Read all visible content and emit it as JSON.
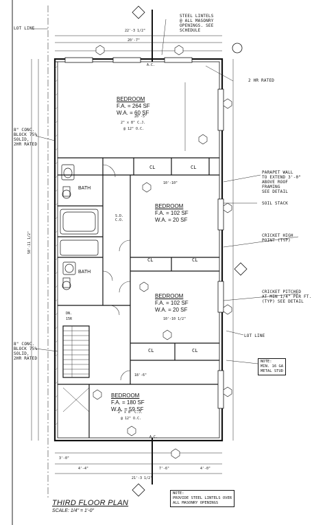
{
  "sheet": {
    "title": "THIRD FLOOR PLAN",
    "scale": "SCALE: 1/4\" = 1'-0\""
  },
  "rooms": [
    {
      "name": "BEDROOM",
      "fa": "F.A. = 264 SF",
      "wa": "W.A. = 60 SF"
    },
    {
      "name": "BEDROOM",
      "fa": "F.A. = 102 SF",
      "wa": "W.A. = 20 SF"
    },
    {
      "name": "BEDROOM",
      "fa": "F.A. = 102 SF",
      "wa": "W.A. = 20 SF"
    },
    {
      "name": "BEDROOM",
      "fa": "F.A. = 180 SF",
      "wa": "W.A. = 59 SF"
    }
  ],
  "baths": [
    "BATH",
    "BATH"
  ],
  "closets": [
    "CL",
    "CL",
    "CL",
    "CL",
    "CL",
    "CL"
  ],
  "callouts": {
    "steel_lintels": "STEEL LINTELS\n@ ALL MASONRY\nOPENINGS. SEE\nSCHEDULE",
    "lot_line_top": "LOT LINE",
    "lot_line_mid": "LOT LINE",
    "hr_rated": "2 HR RATED",
    "block_top": "8\" CONC.\nBLOCK 75%\nSOLID,\n2HR RATED",
    "block_bottom": "8\" CONC.\nBLOCK 75%\nSOLID,\n2HR RATED",
    "parapet": "PARAPET WALL\nTO EXTEND 3'-0\"\nABOVE ROOF\nFRAMING\nSEE DETAIL",
    "soil_stack": "SOIL STACK",
    "cricket_high": "CRICKET HIGH\nPOINT (TYP)",
    "cricket_pitched": "CRICKET PITCHED\nAT MIN 1/4\" PER FT.\n(TYP) SEE DETAIL",
    "metal_stud": "NOTE:\nMIN. 16 GA\nMETAL STUD",
    "provide_lintels": "NOTE:\nPROVIDE STEEL LINTELS OVER\nALL MASONRY OPENINGS"
  },
  "dimensions": {
    "overall_width": "20'-7\"",
    "top_sub": "22'-3 1/2\"",
    "depth_left": "50'-11 1/2\"",
    "bed1_width": "20'-5\"",
    "bed1_cj": "2\" x 8\" C.J.",
    "bed1_oc": "@ 12\" O.C.",
    "bed2_dim": "10'-10\"",
    "bed3_dim": "10'-10 1/2\"",
    "bed4_width": "18'-6\"",
    "bed4_cj": "2\" x 8\" C.J.",
    "bed4_oc": "@ 12\" O.C.",
    "ac_top": "A.C.",
    "ac_bottom": "A.C.",
    "dn": "DN.",
    "dn_r": "15R",
    "bottom_a": "3'-0\"",
    "bottom_b": "4'-4\"",
    "bottom_c": "7'-6\"",
    "bottom_d": "4'-0\"",
    "bottom_e": "21'-3 1/2\"",
    "sd_co": "S.D.\nC.O."
  }
}
